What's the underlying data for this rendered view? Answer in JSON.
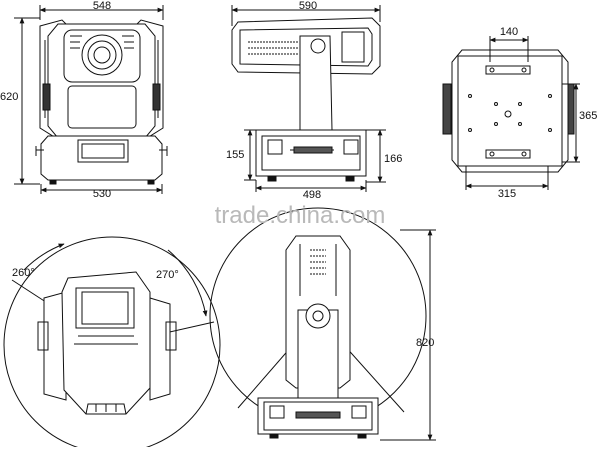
{
  "colors": {
    "line": "#111111",
    "watermark": "#b9b9b9",
    "background": "#ffffff"
  },
  "watermark": "trade.china.com",
  "views": {
    "front": {
      "top_width": "548",
      "height": "620",
      "base_width": "530"
    },
    "side": {
      "top_width": "590",
      "base_height_left": "155",
      "base_height_right": "166",
      "base_width": "498"
    },
    "bottom": {
      "top_width": "140",
      "height": "365",
      "bottom_width": "315"
    },
    "rotation_top": {
      "pan_left": "260°",
      "pan_right": "270°"
    },
    "rotation_side": {
      "tilt_height": "820"
    }
  }
}
